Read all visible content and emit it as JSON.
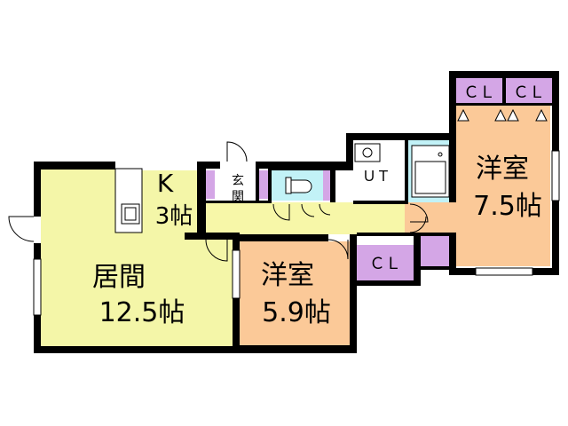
{
  "rooms": {
    "living": {
      "name": "居間",
      "size": "12.5帖"
    },
    "kitchen": {
      "name": "K",
      "size": "3帖"
    },
    "western_small": {
      "name": "洋室",
      "size": "5.9帖"
    },
    "western_large": {
      "name": "洋室",
      "size": "7.5帖"
    },
    "entrance": {
      "name": "玄関"
    },
    "utility": {
      "name": "ＵＴ"
    },
    "closet": {
      "name": "ＣＬ"
    }
  },
  "colors": {
    "living": "#f4f6a8",
    "kitchen": "#f4f6a8",
    "western": "#fbc998",
    "closet": "#d4a6e6",
    "bath": "#c2f2f7",
    "hall": "#f7f7a8",
    "wall": "#000000",
    "floor_plain": "#ffffff",
    "fixture": "#ffffff"
  }
}
